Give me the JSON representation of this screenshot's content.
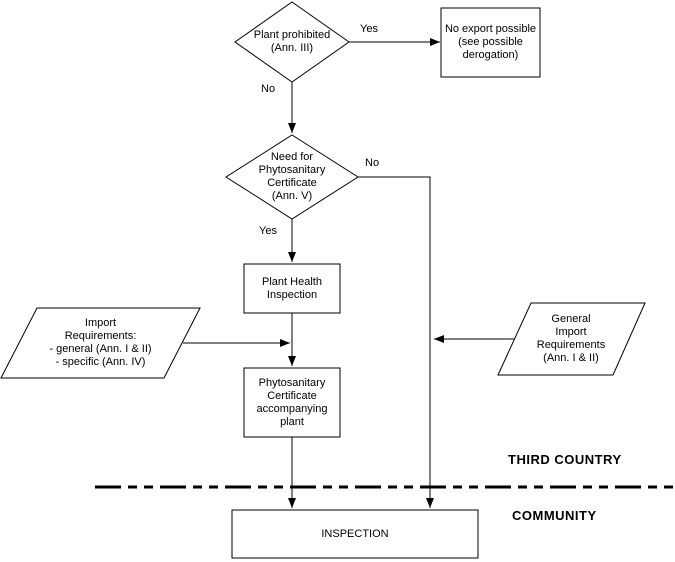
{
  "diagram": {
    "type": "flowchart",
    "colors": {
      "line": "#000000",
      "background": "#ffffff"
    },
    "nodes": {
      "plant_prohibited": "Plant prohibited\n(Ann. III)",
      "no_export": "No export possible\n(see possible\nderogation)",
      "need_certificate": "Need for\nPhytosanitary\nCertificate\n(Ann. V)",
      "plant_health_inspection": "Plant Health\nInspection",
      "import_requirements": "Import\nRequirements:\n- general (Ann. I & II)\n- specific (Ann. IV)",
      "general_import_requirements": "General\nImport\nRequirements\n(Ann. I & II)",
      "phytosanitary_certificate": "Phytosanitary\nCertificate\naccompanying\nplant",
      "inspection": "INSPECTION"
    },
    "edge_labels": {
      "prohibited_yes": "Yes",
      "prohibited_no": "No",
      "certificate_no": "No",
      "certificate_yes": "Yes"
    },
    "region_labels": {
      "third_country": "THIRD COUNTRY",
      "community": "COMMUNITY"
    }
  }
}
